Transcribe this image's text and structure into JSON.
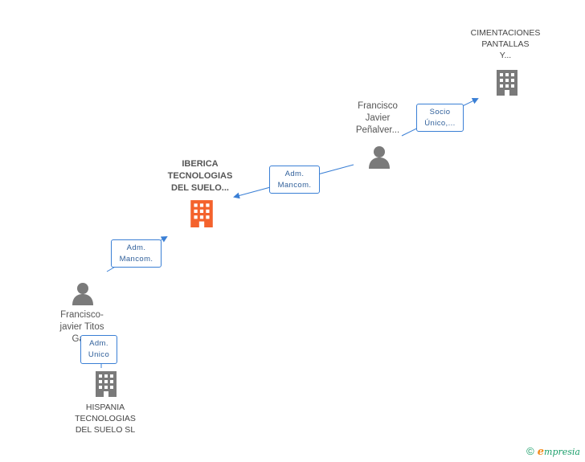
{
  "nodes": {
    "cimentaciones": {
      "lines": [
        "CIMENTACIONES",
        "PANTALLAS",
        "Y..."
      ],
      "type": "company"
    },
    "francisco_javier": {
      "lines": [
        "Francisco",
        "Javier",
        "Peñalver..."
      ],
      "type": "person"
    },
    "iberica": {
      "lines": [
        "IBERICA",
        "TECNOLOGIAS",
        "DEL SUELO..."
      ],
      "type": "company-main"
    },
    "francisco_titos": {
      "lines": [
        "Francisco-",
        "javier Titos",
        "Ga..."
      ],
      "type": "person"
    },
    "hispania": {
      "lines": [
        "HISPANIA",
        "TECNOLOGIAS",
        "DEL SUELO SL"
      ],
      "type": "company"
    }
  },
  "edges": {
    "socio": [
      "Socio",
      "Único,..."
    ],
    "adm_mancom_1": [
      "Adm.",
      "Mancom."
    ],
    "adm_mancom_2": [
      "Adm.",
      "Mancom."
    ],
    "adm_unico": [
      "Adm.",
      "Unico"
    ]
  },
  "colors": {
    "main_company": "#f4622c",
    "company": "#7a7a7a",
    "person": "#7a7a7a",
    "edge": "#3a7fd5"
  },
  "brand": {
    "copyright": "©",
    "name_initial": "e",
    "name_rest": "mpresia"
  }
}
